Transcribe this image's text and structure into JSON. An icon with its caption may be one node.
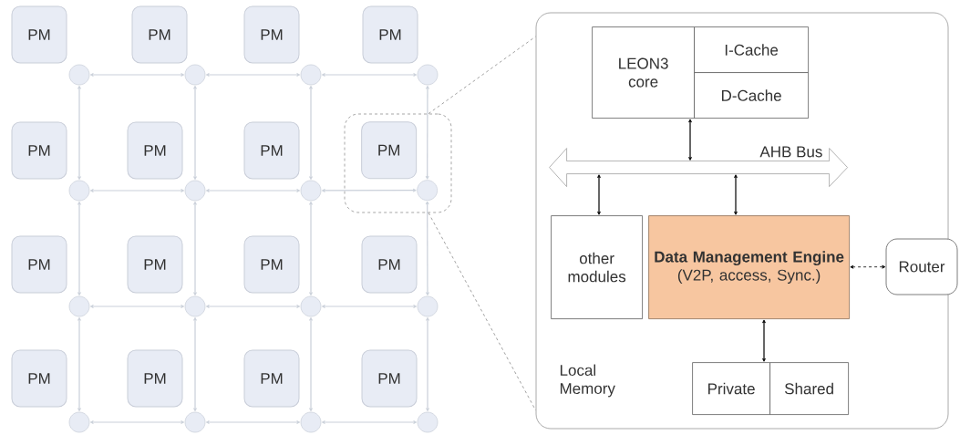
{
  "diagram": {
    "nodes": [
      {
        "text": [],
        "shape": "box"
      },
      {
        "text": [
          "PM"
        ]
      },
      {
        "text": [
          "PM"
        ]
      },
      {
        "text": [
          "PM"
        ]
      },
      {
        "text": [
          "PM"
        ]
      },
      {
        "text": [
          "PM"
        ]
      },
      {
        "text": [
          "PM"
        ]
      },
      {
        "text": [
          "PM"
        ]
      },
      {
        "text": [
          "PM"
        ],
        "in": 0
      },
      {
        "text": [
          "PM"
        ]
      },
      {
        "text": [
          "PM"
        ]
      },
      {
        "text": [
          "PM"
        ]
      },
      {
        "text": [
          "PM"
        ]
      },
      {
        "text": [
          "PM"
        ]
      },
      {
        "text": [
          "PM"
        ]
      },
      {
        "text": [
          "PM"
        ]
      },
      {
        "text": [
          "PM"
        ]
      },
      {
        "text": [],
        "shape": "circle"
      },
      {
        "text": [],
        "shape": "circle"
      },
      {
        "text": [],
        "shape": "circle"
      },
      {
        "text": [],
        "shape": "circle"
      },
      {
        "text": [],
        "shape": "circle"
      },
      {
        "text": [],
        "shape": "circle"
      },
      {
        "text": [],
        "shape": "circle"
      },
      {
        "text": [],
        "shape": "circle",
        "in": 0
      },
      {
        "text": [],
        "shape": "circle"
      },
      {
        "text": [],
        "shape": "circle"
      },
      {
        "text": [],
        "shape": "circle"
      },
      {
        "text": [],
        "shape": "circle"
      },
      {
        "text": [],
        "shape": "circle"
      },
      {
        "text": [],
        "shape": "circle"
      },
      {
        "text": [],
        "shape": "circle"
      },
      {
        "text": [],
        "shape": "circle"
      },
      {
        "text": [
          "Local Memory"
        ]
      },
      {
        "text": [
          "LEON3 core"
        ],
        "in": 33
      },
      {
        "text": [
          "I-Cache"
        ],
        "in": 33
      },
      {
        "text": [
          "D-Cache"
        ],
        "in": 33
      },
      {
        "text": [
          "AHB Bus"
        ],
        "in": 33
      },
      {
        "text": [
          "other modules"
        ],
        "in": 33
      },
      {
        "text": [
          "Data Management Engine",
          "(V2P, access, Sync.)"
        ],
        "in": 33
      },
      {
        "text": [
          "Private"
        ],
        "in": 33
      },
      {
        "text": [
          "Shared"
        ],
        "in": 33
      },
      {
        "text": [
          "Router"
        ]
      }
    ],
    "edges": [
      {
        "from": 17,
        "to": 18,
        "arrow": "both"
      },
      {
        "from": 18,
        "to": 19,
        "arrow": "both"
      },
      {
        "from": 19,
        "to": 20,
        "arrow": "both"
      },
      {
        "from": 21,
        "to": 22,
        "arrow": "both"
      },
      {
        "from": 22,
        "to": 23,
        "arrow": "both"
      },
      {
        "from": 23,
        "to": 24,
        "arrow": "both"
      },
      {
        "from": 25,
        "to": 26,
        "arrow": "both"
      },
      {
        "from": 26,
        "to": 27,
        "arrow": "both"
      },
      {
        "from": 27,
        "to": 28,
        "arrow": "both"
      },
      {
        "from": 29,
        "to": 30,
        "arrow": "both"
      },
      {
        "from": 30,
        "to": 31,
        "arrow": "both"
      },
      {
        "from": 31,
        "to": 32,
        "arrow": "both"
      },
      {
        "from": 17,
        "to": 21,
        "arrow": "both"
      },
      {
        "from": 18,
        "to": 22,
        "arrow": "both"
      },
      {
        "from": 19,
        "to": 23,
        "arrow": "both"
      },
      {
        "from": 20,
        "to": 24,
        "arrow": "both"
      },
      {
        "from": 21,
        "to": 25,
        "arrow": "both"
      },
      {
        "from": 22,
        "to": 26,
        "arrow": "both"
      },
      {
        "from": 23,
        "to": 27,
        "arrow": "both"
      },
      {
        "from": 24,
        "to": 28,
        "arrow": "both"
      },
      {
        "from": 25,
        "to": 29,
        "arrow": "both"
      },
      {
        "from": 26,
        "to": 30,
        "arrow": "both"
      },
      {
        "from": 27,
        "to": 31,
        "arrow": "both"
      },
      {
        "from": 28,
        "to": 32,
        "arrow": "both"
      },
      {
        "from": 0,
        "to": 33,
        "arrow": "none",
        "style": "dashed",
        "color": "#8a8a8a"
      },
      {
        "from": 0,
        "to": 33,
        "arrow": "none",
        "style": "dashed",
        "color": "#8a8a8a"
      },
      {
        "from": 34,
        "to": 37,
        "arrow": "both",
        "color": "#000000"
      },
      {
        "from": 37,
        "to": 38,
        "arrow": "both",
        "color": "#000000"
      },
      {
        "from": 37,
        "to": 39,
        "arrow": "both",
        "color": "#000000"
      },
      {
        "from": 39,
        "to": 40,
        "arrow": "both",
        "color": "#000000"
      },
      {
        "from": 39,
        "to": 42,
        "arrow": "both",
        "style": "dashed",
        "color": "#000000"
      }
    ]
  }
}
